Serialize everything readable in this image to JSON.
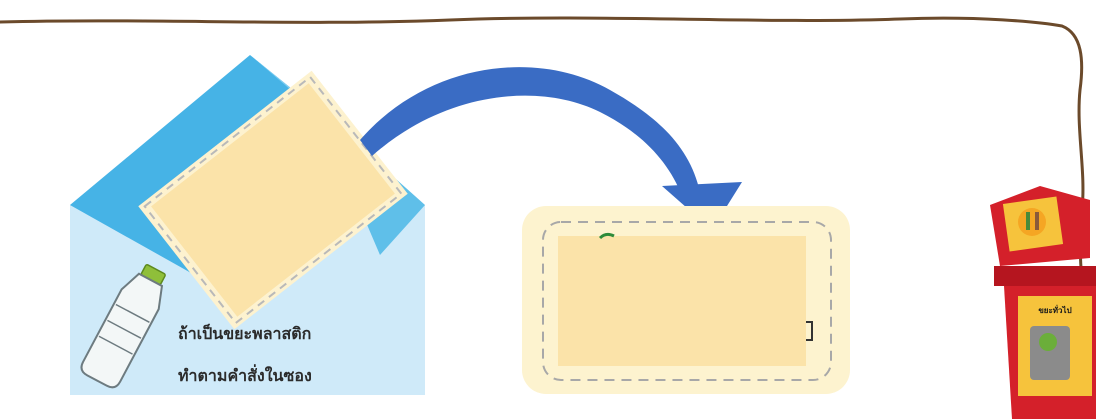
{
  "instruction": {
    "line1": "ถ้าเป็นขยะพลาสติก",
    "line2": "ทำตามคำสั่งในซอง"
  },
  "bin": {
    "label": "ขยะทั่วไป"
  },
  "icons": [
    "envelope-icon",
    "plastic-bottle-icon",
    "curved-arrow-icon",
    "trash-bin-icon"
  ],
  "colors": {
    "envelope_flap": "#4db8e8",
    "envelope_body": "#cfeaf9",
    "card": "#fbe3a9",
    "arrow": "#3a6cc4",
    "bin": "#d4202a"
  }
}
